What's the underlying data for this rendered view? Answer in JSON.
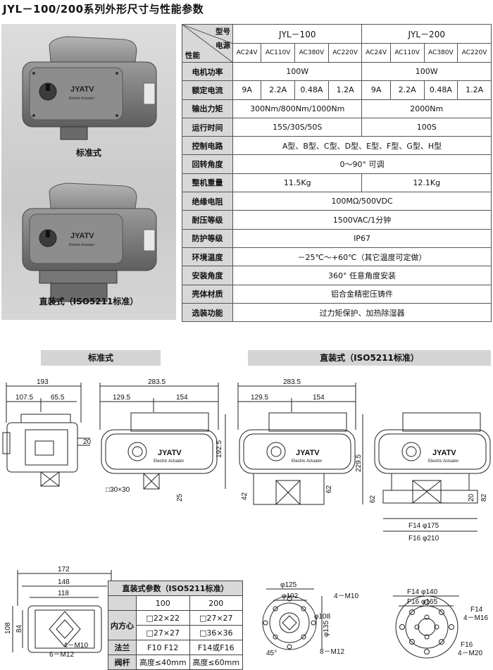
{
  "title": "JYL－100/200系列外形尺寸与性能参数",
  "photos": {
    "standard_caption": "标准式",
    "direct_caption": "直装式（ISO5211标准）",
    "brand": "JYATV",
    "brand_sub": "Electric Actuator"
  },
  "spec_table": {
    "corner_model": "型号",
    "corner_power": "电源",
    "corner_perf": "性能",
    "models": [
      "JYL－100",
      "JYL－200"
    ],
    "voltages": [
      "AC24V",
      "AC110V",
      "AC380V",
      "AC220V"
    ],
    "rows": {
      "motor_power": {
        "label": "电机功率",
        "m100": "100W",
        "m200": "100W"
      },
      "rated_current": {
        "label": "额定电流",
        "m100": [
          "9A",
          "2.2A",
          "0.48A",
          "1.2A"
        ],
        "m200": [
          "9A",
          "2.2A",
          "0.48A",
          "1.2A"
        ]
      },
      "output_torque": {
        "label": "输出力矩",
        "m100": "300Nm/800Nm/1000Nm",
        "m200": "2000Nm"
      },
      "run_time": {
        "label": "运行时间",
        "m100": "15S/30S/50S",
        "m200": "100S"
      },
      "control_circuit": {
        "label": "控制电路",
        "value": "A型、B型、C型、D型、E型、F型、G型、H型"
      },
      "rotation_angle": {
        "label": "回转角度",
        "value": "0～90° 可调"
      },
      "weight": {
        "label": "整机重量",
        "m100": "11.5Kg",
        "m200": "12.1Kg"
      },
      "insulation": {
        "label": "绝缘电阻",
        "value": "100MΩ/500VDC"
      },
      "withstand": {
        "label": "耐压等级",
        "value": "1500VAC/1分钟"
      },
      "protection": {
        "label": "防护等级",
        "value": "IP67"
      },
      "ambient_temp": {
        "label": "环境温度",
        "value": "－25℃～+60℃（其它温度可定做）"
      },
      "mount_angle": {
        "label": "安装角度",
        "value": "360° 任意角度安装"
      },
      "housing": {
        "label": "壳体材质",
        "value": "铝合金精密压铸件"
      },
      "options": {
        "label": "选装功能",
        "value": "过力矩保护、加热除湿器"
      }
    }
  },
  "drawings": {
    "standard_header": "标准式",
    "direct_header": "直装式（ISO5211标准）",
    "dims": {
      "d193": "193",
      "d107": "107.5",
      "d65": "65.5",
      "d20": "20",
      "d283a": "283.5",
      "d129a": "129.5",
      "d154a": "154",
      "d192": "192.5",
      "d30": "□30×30",
      "d25": "25",
      "d283b": "283.5",
      "d129b": "129.5",
      "d154b": "154",
      "d229": "229.5",
      "d42": "42",
      "d62a": "62",
      "d62b": "62",
      "d20b": "20",
      "d82": "82",
      "f14_175": "F14 φ175",
      "f16_210": "F16 φ210",
      "d172": "172",
      "d148": "148",
      "d118": "118",
      "d84": "84",
      "d108": "108",
      "m10a": "4－M10",
      "m12a": "6－M12",
      "p125": "φ125",
      "p102": "φ102",
      "m10b": "4－M10",
      "p108": "φ108",
      "p135": "φ135",
      "a45": "45°",
      "m12b": "8－M12",
      "f14_140": "F14 φ140",
      "f16_165": "F16 φ165",
      "f14": "F14",
      "m16": "4－M16",
      "f16": "F16",
      "m20": "4－M20"
    }
  },
  "param_table": {
    "title": "直装式参数（ISO5211标准）",
    "cols": [
      "100",
      "200"
    ],
    "inner_label": "内方心",
    "inner": [
      [
        "□22×22",
        "□27×27"
      ],
      [
        "□27×27",
        "□36×36"
      ]
    ],
    "flange_label": "法兰",
    "flange": [
      "F10 F12",
      "F14或F16"
    ],
    "stem_label": "阀杆",
    "stem": [
      "高度≤40mm",
      "高度≤60mm"
    ]
  }
}
